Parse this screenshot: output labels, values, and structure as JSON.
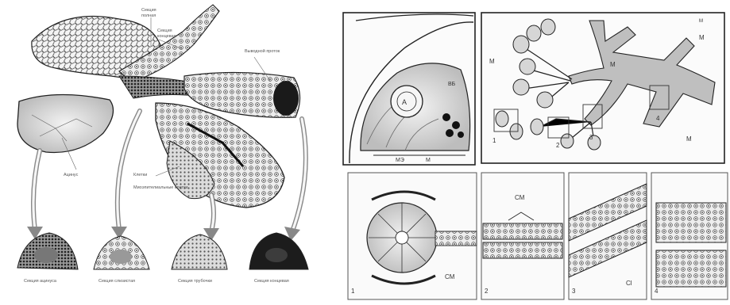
{
  "left_panel": {
    "top_labels": [
      "Секция",
      "полная",
      "Секция",
      "концевая",
      "Выводной проток"
    ],
    "mid_labels": [
      "Ацинус",
      "Клетки",
      "Миоэпителиальные клетки"
    ],
    "bottom_captions": [
      "Секция ацинуса",
      "Секция слизистая",
      "Секция трубочки",
      "Секция концевая"
    ]
  },
  "right_panels": {
    "top_left": {
      "labels": [
        "А",
        "МЭ",
        "М",
        "ВБ"
      ]
    },
    "top_right": {
      "m_markers": [
        "М",
        "М",
        "М",
        "М",
        "М"
      ],
      "numbers": [
        "1",
        "2",
        "3",
        "4"
      ]
    },
    "bottom": {
      "panel_numbers": [
        "1",
        "2",
        "3",
        "4"
      ],
      "labels": [
        "СМ",
        "СМ",
        "Сl"
      ]
    }
  },
  "colors": {
    "stroke": "#222222",
    "tint": "#cfcfcf",
    "dark": "#1a1a1a"
  }
}
